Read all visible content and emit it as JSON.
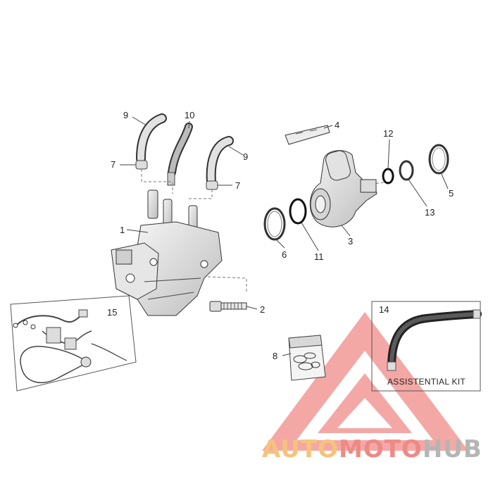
{
  "callouts": {
    "c1": "1",
    "c2": "2",
    "c3": "3",
    "c4": "4",
    "c5": "5",
    "c6": "6",
    "c7a": "7",
    "c7b": "7",
    "c8": "8",
    "c9a": "9",
    "c9b": "9",
    "c10": "10",
    "c11": "11",
    "c12": "12",
    "c13": "13",
    "c14": "14",
    "c15": "15"
  },
  "kit_box": {
    "label": "ASSISTENTIAL KIT"
  },
  "watermark": {
    "part1": "AUTO",
    "part2": "MOTO",
    "part3": "HUB",
    "colors": {
      "auto": "#f6c37c",
      "moto": "#ee8a86",
      "hub": "#b5b5b5",
      "triangle": "#f08c88"
    }
  },
  "colors": {
    "line": "#555555",
    "part_fill": "#e9e9e9",
    "hose": "#3a3a3a"
  }
}
